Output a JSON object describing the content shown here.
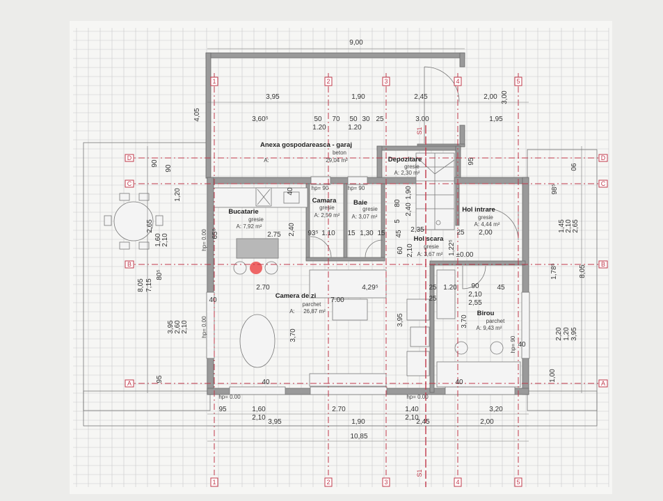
{
  "title_dimension": "9,00",
  "axes": {
    "vertical": [
      "1",
      "2",
      "3",
      "4",
      "5"
    ],
    "horizontal": [
      "D",
      "C",
      "B",
      "A"
    ],
    "section": "S1"
  },
  "rooms": {
    "anexa": {
      "name": "Anexa gospodareasca - garaj",
      "floor": "beton",
      "area_prefix": "A:",
      "area": "29,04 m²"
    },
    "depozitare": {
      "name": "Depozitare",
      "floor": "gresie",
      "area": "A: 2,30 m²"
    },
    "camara": {
      "name": "Camara",
      "floor": "gresie",
      "area": "A: 2,59 m²"
    },
    "baie": {
      "name": "Baie",
      "floor": "gresie",
      "area": "A: 3,07 m²"
    },
    "bucatarie": {
      "name": "Bucatarie",
      "floor": "gresie",
      "area": "A: 7,92 m²"
    },
    "hol_intrare": {
      "name": "Hol intrare",
      "floor": "gresie",
      "area": "A: 4,44 m²"
    },
    "hol_scara": {
      "name": "Hol scara",
      "floor": "gresie",
      "area": "A: 3,67 m²"
    },
    "camera_de_zi": {
      "name": "Camera de zi",
      "floor": "parchet",
      "area_prefix": "A:",
      "area": "26,87 m²"
    },
    "birou": {
      "name": "Birou",
      "floor": "parchet",
      "area": "A: 9,43 m²"
    }
  },
  "level": "±0.00",
  "sill_labels": [
    "hp= 90",
    "hp= 90",
    "hp= 0.00",
    "hp= 0.00",
    "hp= 0.00",
    "hp= 0.00",
    "hp= 90"
  ],
  "dims": {
    "top": [
      "3,95",
      "1,90",
      "2,45",
      "2,00",
      "3,00",
      "3,60⁵",
      "50",
      "70",
      "50",
      "30",
      "25",
      "3.00",
      "1,95",
      "1.20",
      "1.20",
      "4,05"
    ],
    "bottom": [
      "95",
      "1,60",
      "2.70",
      "1,40",
      "3,20",
      "2,10",
      "2,10",
      "3,95",
      "1,90",
      "2,45",
      "2,00",
      "10,85"
    ],
    "left": [
      "90",
      "90",
      "1,20",
      "2,65",
      "1,60",
      "2,10",
      "8,05",
      "7,15",
      "80⁵",
      "3,95",
      "2,60",
      "2,10",
      "95",
      "65⁸"
    ],
    "right": [
      "06",
      "98⁵",
      "1,45",
      "2,10",
      "2,65",
      "1,78⁵",
      "8,05",
      "2,20",
      "1,20",
      "3,95",
      "1,00",
      "95"
    ],
    "interior": [
      "40",
      "2.75",
      "2,40",
      "93⁵",
      "1.10",
      "15",
      "1,30",
      "15",
      "45",
      "2,35",
      "25",
      "2,00",
      "2.70",
      "4,29⁵",
      "7.00",
      "3,70",
      "3,95",
      "25",
      "1.20",
      "90",
      "45",
      "2,10",
      "2,55",
      "3,70",
      "40",
      "40",
      "1,22⁵",
      "2,10",
      "60",
      "80",
      "5",
      "1,90",
      "2,40",
      "25",
      "40",
      "40"
    ]
  }
}
